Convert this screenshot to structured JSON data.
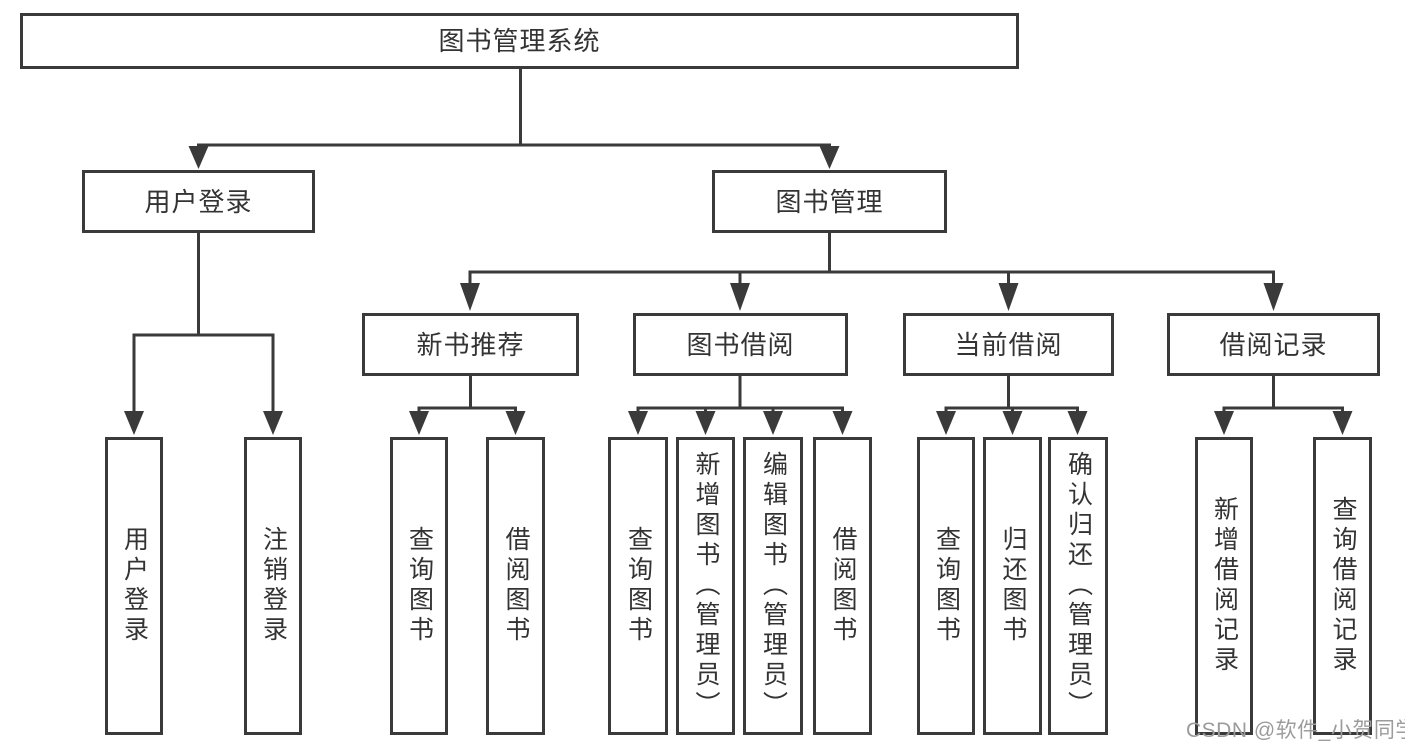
{
  "colors": {
    "background": "#ffffff",
    "line": "#3a3a3a",
    "text": "#333333",
    "watermark": "#9c9c9c"
  },
  "watermark": {
    "text": "CSDN @软件_小贺同学"
  },
  "tree": {
    "root": {
      "label": "图书管理系统"
    },
    "children": [
      {
        "label": "用户登录",
        "children": [
          {
            "label": "用户登录"
          },
          {
            "label": "注销登录"
          }
        ]
      },
      {
        "label": "图书管理",
        "children": [
          {
            "label": "新书推荐",
            "children": [
              {
                "label": "查询图书"
              },
              {
                "label": "借阅图书"
              }
            ]
          },
          {
            "label": "图书借阅",
            "children": [
              {
                "label": "查询图书"
              },
              {
                "label": "新增图书（管理员）"
              },
              {
                "label": "编辑图书（管理员）"
              },
              {
                "label": "借阅图书"
              }
            ]
          },
          {
            "label": "当前借阅",
            "children": [
              {
                "label": "查询图书"
              },
              {
                "label": "归还图书"
              },
              {
                "label": "确认归还（管理员）"
              }
            ]
          },
          {
            "label": "借阅记录",
            "children": [
              {
                "label": "新增借阅记录"
              },
              {
                "label": "查询借阅记录"
              }
            ]
          }
        ]
      }
    ]
  }
}
